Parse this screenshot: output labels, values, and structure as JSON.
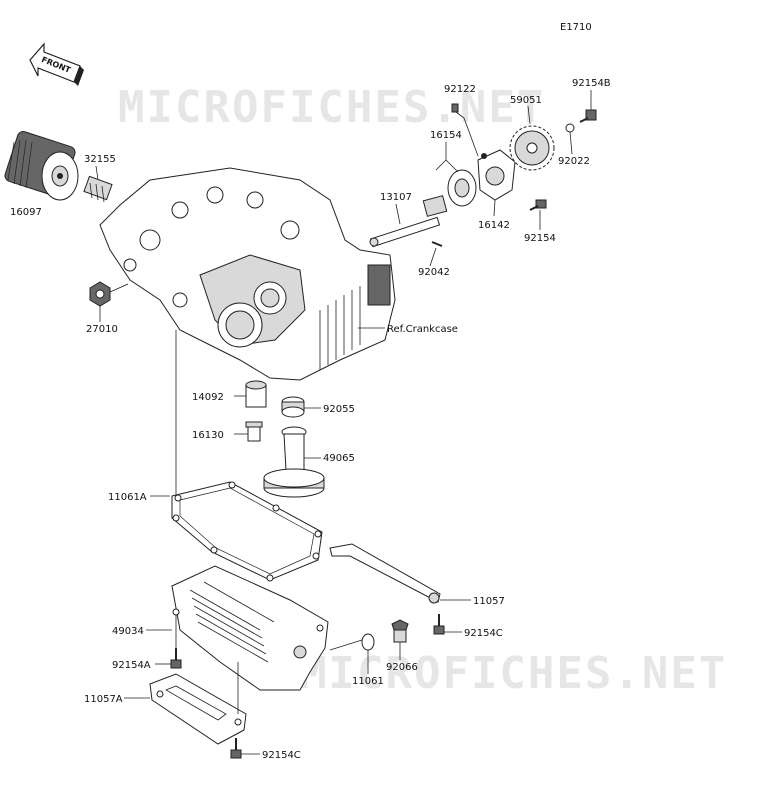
{
  "diagram_code": "E1710",
  "front_label": "FRONT",
  "watermark": "MICROFICHES.NET",
  "parts": {
    "p92122": "92122",
    "p92154B": "92154B",
    "p59051": "59051",
    "p16154": "16154",
    "p92022": "92022",
    "p32155": "32155",
    "p16097": "16097",
    "p13107": "13107",
    "p16142": "16142",
    "p92154": "92154",
    "p92042": "92042",
    "p27010": "27010",
    "ref_crankcase": "Ref.Crankcase",
    "p14092": "14092",
    "p92055": "92055",
    "p16130": "16130",
    "p49065": "49065",
    "p11061A": "11061A",
    "p11057": "11057",
    "p49034": "49034",
    "p92154C_a": "92154C",
    "p92154A": "92154A",
    "p92066": "92066",
    "p11061": "11061",
    "p11057A": "11057A",
    "p92154C_b": "92154C"
  }
}
